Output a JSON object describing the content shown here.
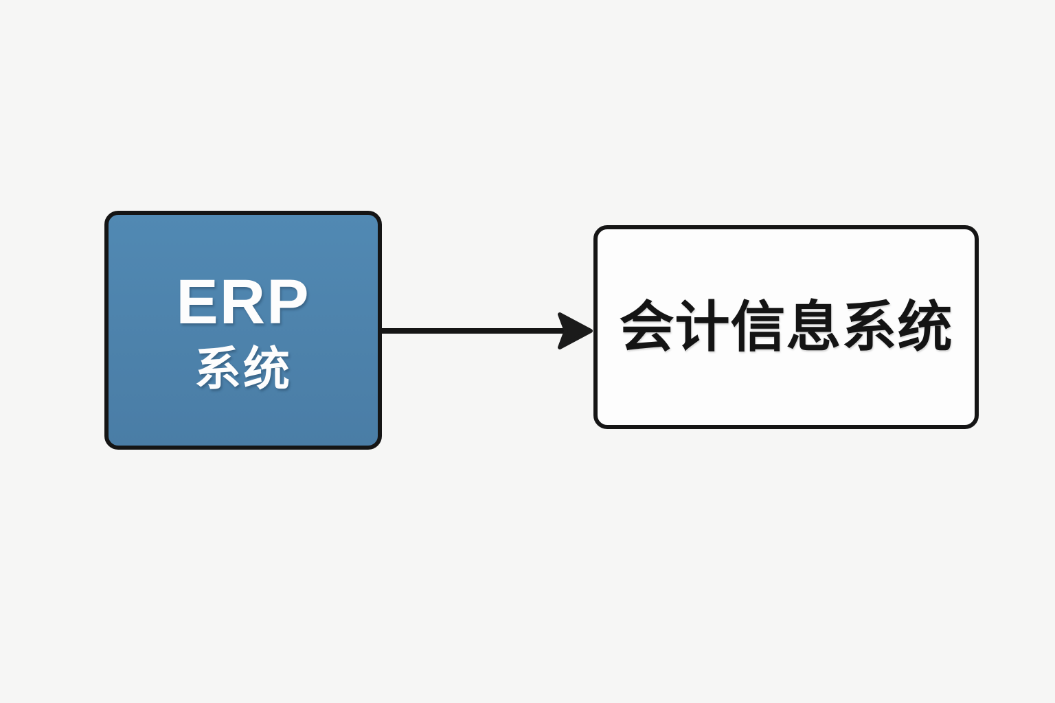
{
  "diagram": {
    "type": "flow",
    "background_color": "#f6f6f5",
    "orientation": "left-to-right",
    "nodes": [
      {
        "id": "erp",
        "primary_label": "ERP",
        "secondary_label": "系统",
        "shape": "rounded-rectangle",
        "fill_color": "#4e84ae",
        "border_color": "#151515",
        "text_color": "#fdfdfd"
      },
      {
        "id": "ais",
        "primary_label": "会计信息系统",
        "secondary_label": "",
        "shape": "rounded-rectangle",
        "fill_color": "#fdfdfd",
        "border_color": "#151515",
        "text_color": "#141414"
      }
    ],
    "edges": [
      {
        "id": "erp-to-ais",
        "from": "erp",
        "to": "ais",
        "label": "",
        "arrowhead": "solid-triangle",
        "color": "#151515"
      }
    ]
  }
}
